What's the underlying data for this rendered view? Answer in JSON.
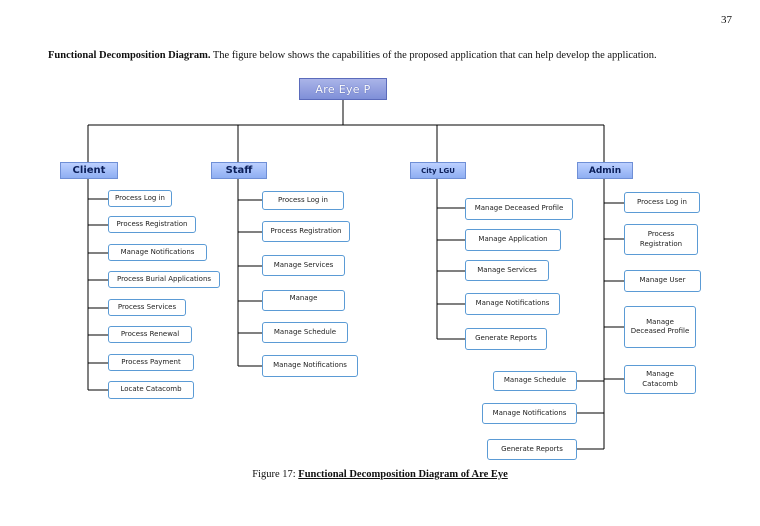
{
  "page": {
    "number": "37"
  },
  "intro": {
    "label": "Functional Decomposition Diagram.",
    "text": "The figure below shows the capabilities of the proposed application that can help develop the application."
  },
  "root": {
    "label": "Are Eye P"
  },
  "branches": {
    "client": {
      "label": "Client",
      "items": [
        "Process Log in",
        "Process Registration",
        "Manage Notifications",
        "Process Burial Applications",
        "Process Services",
        "Process Renewal",
        "Process Payment",
        "Locate Catacomb"
      ]
    },
    "staff": {
      "label": "Staff",
      "items": [
        "Process Log in",
        "Process Registration",
        "Manage Services",
        "Manage",
        "Manage Schedule",
        "Manage Notifications"
      ]
    },
    "city_lgu": {
      "label": "City LGU",
      "items": [
        "Manage Deceased Profile",
        "Manage Application",
        "Manage Services",
        "Manage Notifications",
        "Generate Reports"
      ]
    },
    "admin": {
      "label": "Admin",
      "items": [
        "Process Log in",
        "Process Registration",
        "Manage User",
        "Manage Deceased Profile",
        "Manage Catacomb",
        "Manage Schedule",
        "Manage Notifications",
        "Generate Reports"
      ]
    }
  },
  "caption": {
    "prefix": "Figure 17:",
    "title": "Functional Decomposition Diagram of Are Eye"
  }
}
